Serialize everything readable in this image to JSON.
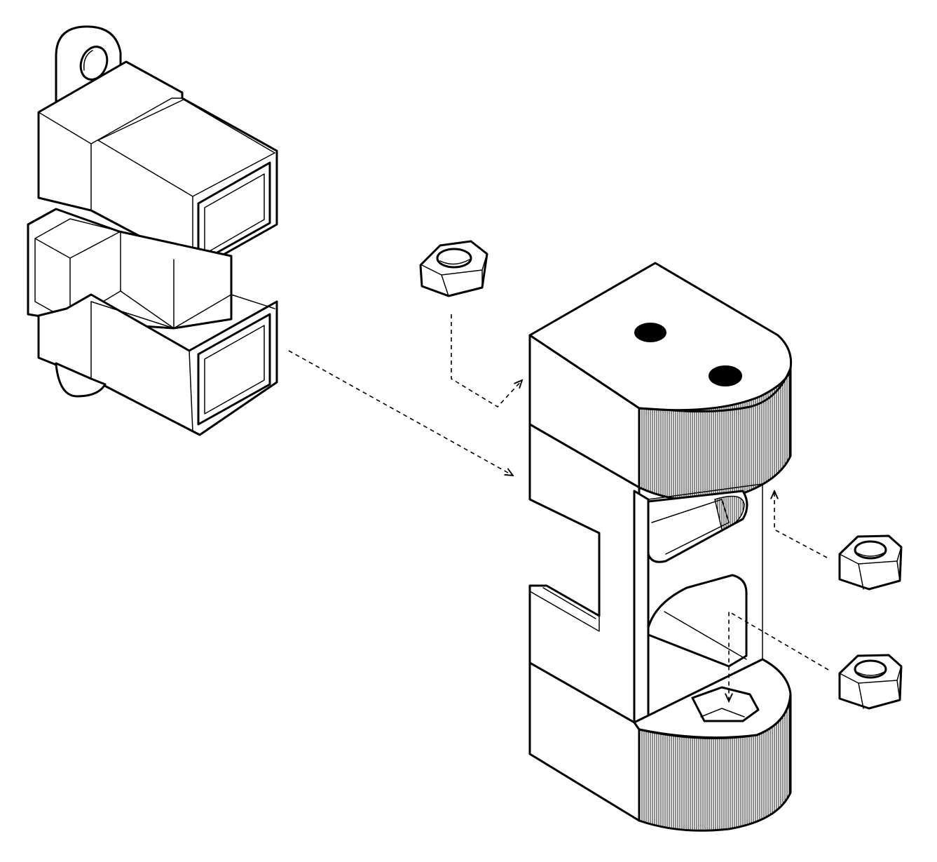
{
  "diagram": {
    "type": "exploded-assembly",
    "colors": {
      "line": "#000000",
      "background": "#ffffff"
    },
    "parts": [
      {
        "id": "bracket-clip",
        "description_icon": "square-tube-bracket-with-mounting-tab"
      },
      {
        "id": "hinge-block",
        "description_icon": "hinge-body-with-two-holes"
      },
      {
        "id": "hex-nut",
        "count": 3
      }
    ],
    "connectors": [
      {
        "from": "bracket-clip",
        "to": "hinge-block",
        "style": "dashed-arrow"
      },
      {
        "from": "hex-nut-top",
        "to": "hinge-block-front-slot",
        "style": "dashed-arrow"
      },
      {
        "from": "hex-nut-right-1",
        "to": "hinge-block-upper-notch",
        "style": "dashed-arrow"
      },
      {
        "from": "hex-nut-right-2",
        "to": "hinge-block-bottom-hex-pocket",
        "style": "dashed-arrow"
      }
    ]
  }
}
